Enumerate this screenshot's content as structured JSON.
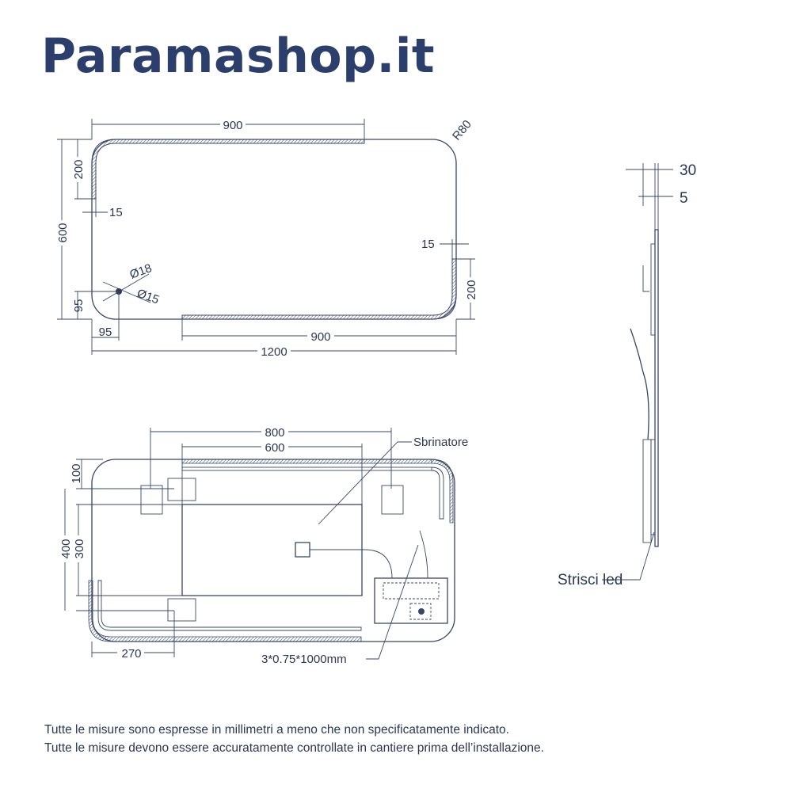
{
  "brand": "Paramashop.it",
  "front_view": {
    "dims": {
      "top_width": "900",
      "radius": "R80",
      "strip_height_left": "200",
      "strip_thickness_left": "15",
      "total_height": "600",
      "strip_thickness_right": "15",
      "strip_height_right": "200",
      "hole_outer": "Ø18",
      "hole_inner": "Ø15",
      "hole_y": "95",
      "hole_x": "95",
      "bottom_width": "900",
      "total_width": "1200"
    }
  },
  "back_view": {
    "dims": {
      "bracket_span": "800",
      "defogger_width": "600",
      "bracket_top": "100",
      "bracket_vertical": "400",
      "defogger_height": "300",
      "bracket_left": "270"
    },
    "labels": {
      "defogger": "Sbrinatore",
      "cable": "3*0.75*1000mm"
    }
  },
  "side_view": {
    "dims": {
      "depth": "30",
      "glass": "5"
    },
    "labels": {
      "led": "Strisci led"
    }
  },
  "notes": [
    "Tutte le misure sono espresse in millimetri a meno che non specificatamente indicato.",
    "Tutte le misure devono essere accuratamente controllate in cantiere prima dell’installazione."
  ]
}
